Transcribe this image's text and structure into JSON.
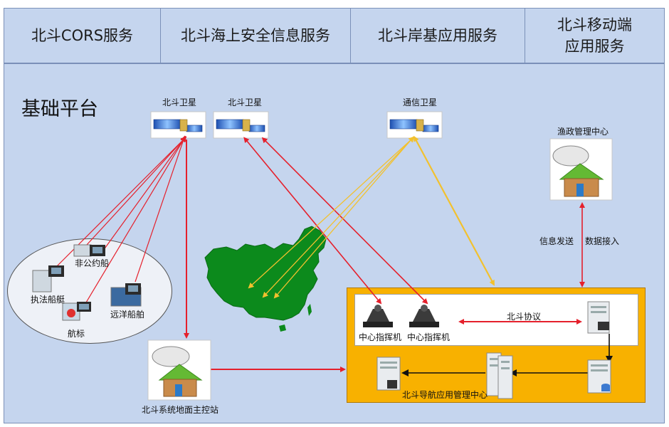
{
  "header": {
    "cells": [
      {
        "label": "北斗CORS服务"
      },
      {
        "label": "北斗海上安全信息服务"
      },
      {
        "label": "北斗岸基应用服务"
      },
      {
        "label": "北斗移动端\n应用服务"
      }
    ]
  },
  "platform": {
    "title": "基础平台"
  },
  "satellites": {
    "beidou_1": "北斗卫星",
    "beidou_2": "北斗卫星",
    "comm": "通信卫星"
  },
  "vessels": {
    "non_public": "非公约船",
    "law_enforcement": "执法船艇",
    "ocean": "远洋船舶",
    "buoy": "航标"
  },
  "stations": {
    "ground_master": "北斗系统地面主控站",
    "fishery": "渔政管理中心"
  },
  "center": {
    "commander_1": "中心指挥机",
    "commander_2": "中心指挥机",
    "protocol": "北斗协议",
    "nav_center": "北斗导航应用管理中心"
  },
  "links": {
    "send": "信息发送",
    "access": "数据接入"
  },
  "colors": {
    "red_arrow": "#e5202c",
    "yellow_arrow": "#f2c12e",
    "map_green": "#0c8a1c",
    "center_orange": "#f8b100",
    "panel_blue": "#c5d5ee"
  }
}
